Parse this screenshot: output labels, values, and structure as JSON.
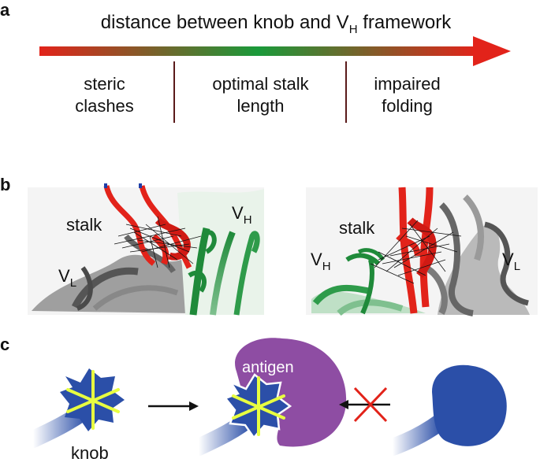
{
  "panel_a": {
    "letter": "a",
    "arrow_title_main": "distance between knob and V",
    "arrow_title_sub": "H",
    "arrow_title_tail": " framework",
    "segments": [
      {
        "line1": "steric",
        "line2": "clashes"
      },
      {
        "line1": "optimal stalk",
        "line2": "length"
      },
      {
        "line1": "impaired",
        "line2": "folding"
      }
    ],
    "gradient_colors": [
      "#e2231a",
      "#1a9a3a",
      "#e2231a"
    ]
  },
  "panel_b": {
    "letter": "b",
    "left": {
      "stalk_label": "stalk",
      "vh_main": "V",
      "vh_sub": "H",
      "vl_main": "V",
      "vl_sub": "L"
    },
    "right": {
      "stalk_label": "stalk",
      "vh_main": "V",
      "vh_sub": "H",
      "vl_main": "V",
      "vl_sub": "L"
    }
  },
  "panel_c": {
    "letter": "c",
    "knob_label": "knob",
    "antigen_label": "antigen",
    "colors": {
      "knob": "#2b4fa8",
      "cross": "#e8ff40",
      "antigen": "#8e4da3",
      "x_mark": "#e2231a"
    }
  }
}
